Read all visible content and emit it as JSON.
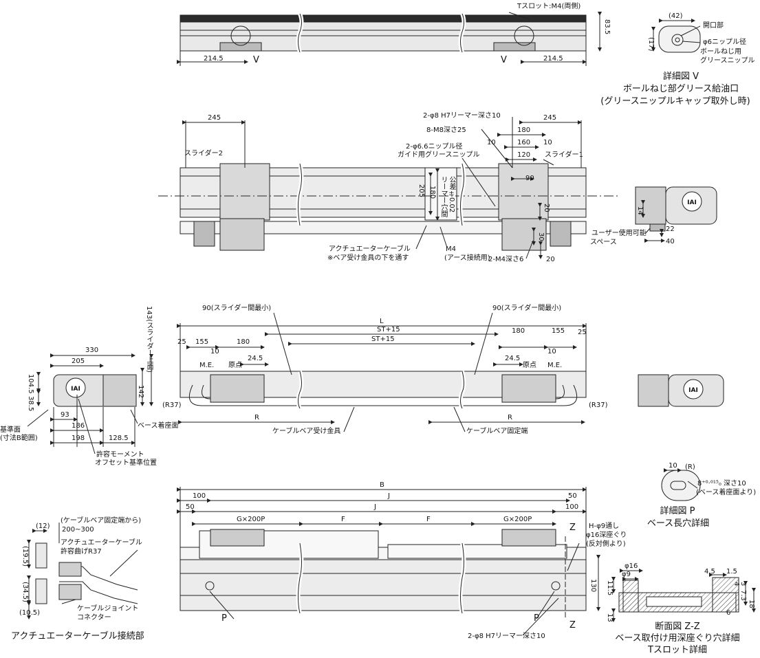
{
  "colors": {
    "line": "#222222",
    "body_fill": "#e9e9e9",
    "dark_fill": "#9a9a9a",
    "hatch": "#555555",
    "accent": "#000000"
  },
  "icons": {
    "logo": "iai-logo"
  },
  "top_view": {
    "tslot_label": "Tスロット:M4(両側)",
    "height_dim": "83.5",
    "left_offset": "214.5",
    "right_offset": "214.5",
    "view_left": "V",
    "view_right": "V"
  },
  "detail_v": {
    "width_dim": "(42)",
    "height_dim": "(17)",
    "note_opening": "開口部",
    "note_nipple_1": "φ6ニップル径",
    "note_nipple_2": "ボールねじ用",
    "note_nipple_3": "グリースニップル",
    "title_1": "詳細図 V",
    "title_2": "ボールねじ部グリース給油口",
    "title_3": "(グリースニップルキャップ取外し時)"
  },
  "middle_view": {
    "dim_245_left": "245",
    "dim_245_right": "245",
    "note_reamer": "2-φ8 H7リーマー深さ10",
    "note_m8": "8-M8深さ25",
    "dim_180": "180",
    "dim_10_a": "10",
    "dim_160": "160",
    "dim_10_b": "10",
    "note_guide_1": "2-φ6.6ニップル径",
    "note_guide_2": "ガイド用グリースニップル",
    "dim_120": "120",
    "slider_2": "スライダー2",
    "slider_1": "スライダー1",
    "dim_90": "90",
    "dim_205": "205",
    "dim_180_v": "180",
    "reamer_tol_1": "リーマー穴間",
    "reamer_tol_2": "公差±0.02",
    "dim_20_a": "20",
    "dim_30": "30",
    "dim_20_b": "20",
    "note_cable_1": "アクチュエーターケーブル",
    "note_cable_2": "※ベア受け金具の下を通す",
    "note_m4_1": "M4",
    "note_m4_2": "(アース接続用)",
    "note_2m4": "2-M4深さ6"
  },
  "right_end_view": {
    "dim_14": "14",
    "dim_22": "22",
    "dim_40": "40",
    "note_user_1": "ユーザー使用可能",
    "note_user_2": "スペース"
  },
  "section_left": {
    "dim_330": "330",
    "dim_205": "205",
    "dim_143": "143(スライダー上面)",
    "dim_104_5": "104.5",
    "dim_142": "142",
    "dim_38_5": "38.5",
    "dim_93": "93",
    "dim_186": "186",
    "dim_198": "198",
    "dim_128_5": "128.5",
    "note_ref_1": "基準面",
    "note_ref_2": "(寸法B範囲)",
    "note_base": "ベース着座面",
    "note_moment_1": "許容モーメント",
    "note_moment_2": "オフセット基準位置"
  },
  "side_view": {
    "dim_90_left": "90(スライダー間最小)",
    "dim_90_right": "90(スライダー間最小)",
    "dim_L": "L",
    "dim_st_top": "ST+15",
    "dim_st_mid": "ST+15",
    "dim_25_left": "25",
    "dim_155_left": "155",
    "dim_180_left": "180",
    "dim_180_right": "180",
    "dim_155_right": "155",
    "dim_25_right": "25",
    "dim_10_left": "10",
    "dim_10_right": "10",
    "me_left": "M.E.",
    "me_right": "M.E.",
    "origin_left": "原点",
    "origin_right": "原点",
    "dim_24_5_left": "24.5",
    "dim_24_5_right": "24.5",
    "r37_left": "(R37)",
    "r37_right": "(R37)",
    "dim_R_left": "R",
    "dim_R_right": "R",
    "note_bracket": "ケーブルベア受け金具",
    "note_fixed_end": "ケーブルベア固定端"
  },
  "detail_p": {
    "dim_10": "10",
    "dim_R": "(R)",
    "note_tol": "8⁺⁰·⁰¹⁵₀ 深さ10",
    "note_tol_2": "(ベース着座面より)",
    "title_1": "詳細図 P",
    "title_2": "ベース長穴詳細"
  },
  "bottom_view": {
    "dim_B": "B",
    "dim_100_left": "100",
    "dim_J_top": "J",
    "dim_50_right": "50",
    "dim_50_left": "50",
    "dim_J_mid": "J",
    "dim_100_right": "100",
    "dim_g200p_left": "G×200P",
    "dim_F_left": "F",
    "dim_F_right": "F",
    "dim_g200p_right": "G×200P",
    "z_top": "Z",
    "z_bottom": "Z",
    "note_h_1": "H-φ9通し",
    "note_h_2": "φ16深座ぐり",
    "note_h_3": "(反対側より)",
    "dim_130": "130",
    "p_left": "P",
    "p_right": "P",
    "note_reamer": "2-φ8 H7リーマー深さ10"
  },
  "cable_detail": {
    "dim_12": "(12)",
    "dim_19_5": "(19.5)",
    "dim_34_5": "(34.5)",
    "dim_10_5": "(10.5)",
    "note_fixed_1": "(ケーブルベア固定端から)",
    "note_fixed_2": "200~300",
    "note_bend_1": "アクチュエーターケーブル",
    "note_bend_2": "許容曲げR37",
    "note_joint_1": "ケーブルジョイント",
    "note_joint_2": "コネクター",
    "title": "アクチュエーターケーブル接続部"
  },
  "section_zz": {
    "dim_16": "φ16",
    "dim_9": "φ9",
    "dim_11_5": "11.5",
    "dim_13": "13",
    "dim_4_5": "4.5",
    "dim_1_5": "1.5",
    "dim_4": "4",
    "dim_3": "3",
    "dim_7_3": "7.3",
    "dim_6": "6",
    "dim_18": "18",
    "title_1": "断面図 Z-Z",
    "title_2": "ベース取付け用深座ぐり穴詳細",
    "title_3": "Tスロット詳細"
  }
}
